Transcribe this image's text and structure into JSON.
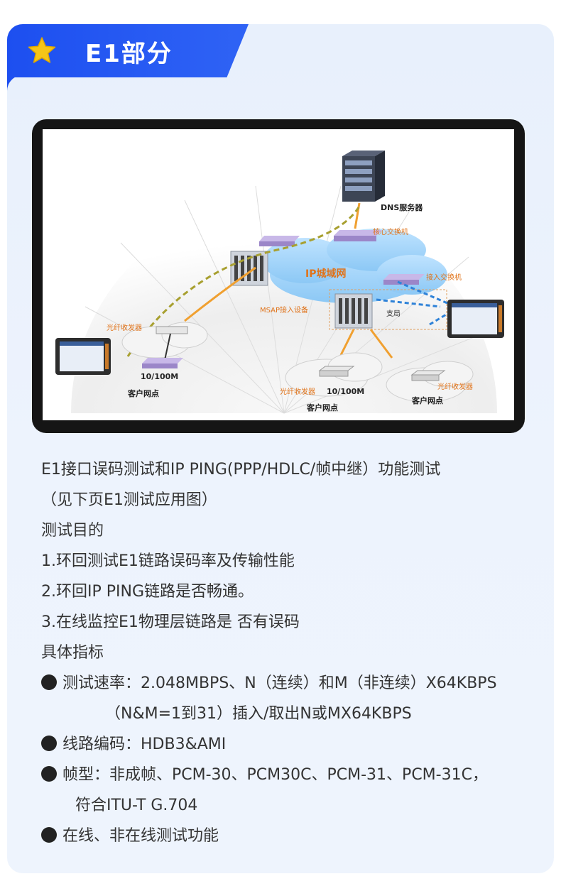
{
  "header": {
    "title": "E1部分",
    "icon": "star-icon"
  },
  "diagram": {
    "dns": "DNS服务器",
    "core_switch": "核心交换机",
    "ip_network": "IP城域网",
    "access_switch": "接入交换机",
    "msap": "MSAP接入设备",
    "branch": "支局",
    "fiber_left": "光纤收发器",
    "rate_left": "10/100M",
    "customer_left": "客户网点",
    "fiber_mid": "光纤收发器",
    "rate_mid": "10/100M",
    "customer_mid": "客户网点",
    "fiber_right": "光纤收发器",
    "customer_right": "客户网点"
  },
  "content": {
    "line1": "E1接口误码测试和IP PING(PPP/HDLC/帧中继）功能测试",
    "line2": "（见下页E1测试应用图）",
    "section1": "测试目的",
    "goal1": "1.环回测试E1链路误码率及传输性能",
    "goal2": "2.环回IP PING链路是否畅通。",
    "goal3": "3.在线监控E1物理层链路是 否有误码",
    "section2": "具体指标",
    "spec1_a": "测试速率：2.048MBPS、N（连续）和M（非连续）X64KBPS",
    "spec1_b": "（N&M=1到31）插入/取出N或MX64KBPS",
    "spec2": "线路编码：HDB3&AMI",
    "spec3_a": "帧型：非成帧、PCM-30、PCM30C、PCM-31、PCM-31C，",
    "spec3_b": "符合ITU-T G.704",
    "spec4": "在线、非在线测试功能"
  },
  "colors": {
    "accent": "#1d4ff0",
    "card_bg": "#e8f0fc",
    "star": "#f5c518",
    "text": "#333333"
  }
}
